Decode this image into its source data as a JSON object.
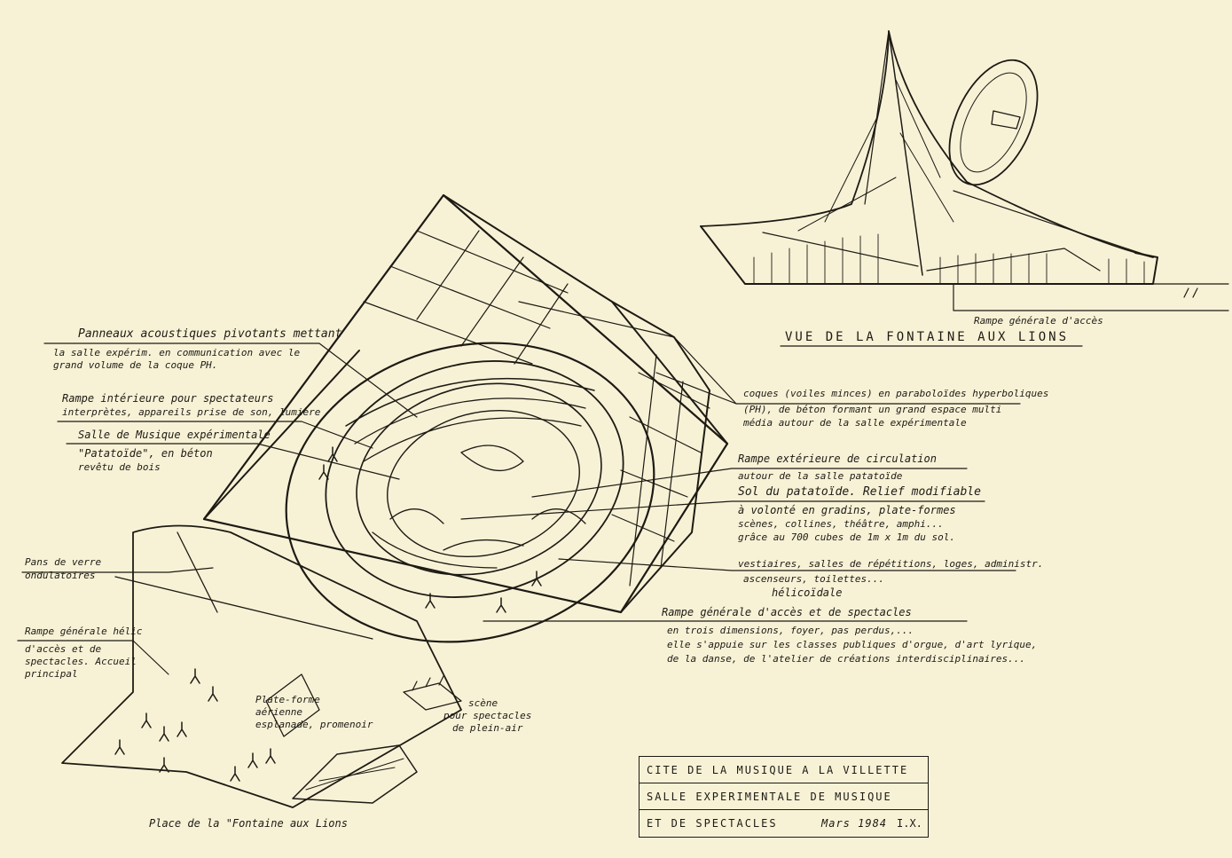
{
  "sheet": {
    "labels": {
      "panneaux_1": "Panneaux acoustiques pivotants mettant",
      "panneaux_2": "la salle expérim. en communication avec le",
      "panneaux_3": "grand volume de la coque PH.",
      "rampe_int_1": "Rampe intérieure pour spectateurs",
      "rampe_int_2": "interprètes, appareils prise de son, lumière",
      "salle_1": "Salle de Musique expérimentale",
      "salle_2": "\"Patatoïde\", en béton",
      "salle_3": "revêtu de bois",
      "pans_1": "Pans de verre",
      "pans_2": "ondulatoires",
      "rampe_gen_1": "Rampe générale hélic",
      "rampe_gen_2": "d'accès et de",
      "rampe_gen_3": "spectacles. Accueil",
      "rampe_gen_4": "principal",
      "plateforme_1": "Plate-forme",
      "plateforme_2": "aérienne",
      "plateforme_3": "esplanade, promenoir",
      "scene_1": "scène",
      "scene_2": "pour spectacles",
      "scene_3": "de plein-air",
      "place": "Place de la \"Fontaine aux Lions",
      "coques_1": "coques (voiles minces) en paraboloïdes hyperboliques",
      "coques_2": "(PH), de béton formant un grand espace multi",
      "coques_3": "média autour de la salle expérimentale",
      "rampe_ext_1": "Rampe extérieure de circulation",
      "rampe_ext_2": "autour de la salle patatoïde",
      "sol_1": "Sol du patatoïde. Relief modifiable",
      "sol_2": "à volonté en gradins, plate-formes",
      "sol_3": "scènes, collines, théâtre, amphi...",
      "sol_4": "grâce au 700 cubes de 1m x 1m du sol.",
      "vestiaires_1": "vestiaires, salles de répétitions, loges, administr.",
      "vestiaires_2": "ascenseurs, toilettes...",
      "helicoidale": "hélicoïdale",
      "rampe_acces_1": "Rampe générale d'accès et de spectacles",
      "rampe_acces_2": "en trois dimensions, foyer, pas perdus,...",
      "rampe_acces_3": "elle s'appuie sur les classes publiques d'orgue, d'art lyrique,",
      "rampe_acces_4": "de la danse, de l'atelier de créations interdisciplinaires...",
      "rampe_generale_acces": "Rampe générale d'accès",
      "vue": "VUE DE LA FONTAINE AUX LIONS"
    },
    "title_block": {
      "line1": "CITE DE LA MUSIQUE A LA VILLETTE",
      "line2": "SALLE EXPERIMENTALE DE MUSIQUE",
      "line3": "ET DE SPECTACLES",
      "date": "Mars 1984",
      "initials": "I.X."
    }
  }
}
